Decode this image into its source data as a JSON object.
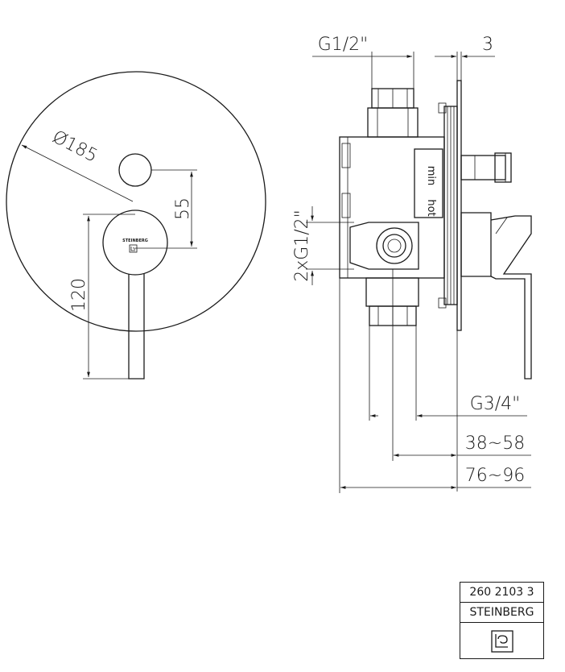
{
  "front_view": {
    "diameter_label": "Ø185",
    "offset_label": "55",
    "height_label": "120",
    "brand_small": "STEINBERG"
  },
  "side_view": {
    "top_thread_label": "G1/2\"",
    "plate_label": "3",
    "side_thread_label": "2xG1/2\"",
    "cold_label": "min",
    "hot_label": "hot",
    "bottom_thread_label": "G3/4\"",
    "depth_label_1": "38~58",
    "depth_label_2": "76~96"
  },
  "title_block": {
    "article_number": "260 2103 3",
    "brand": "STEINBERG",
    "logo_icon": "steinberg-logo-icon"
  }
}
